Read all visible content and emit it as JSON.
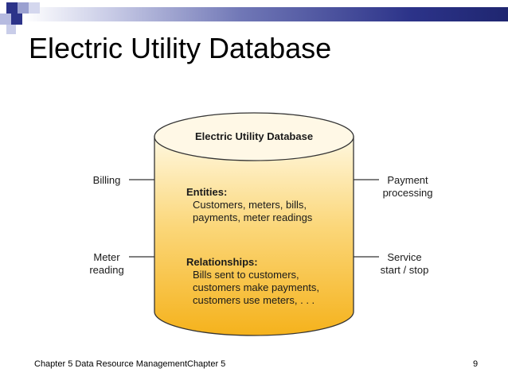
{
  "slide": {
    "title": "Electric Utility Database",
    "footer_left": "Chapter 5 Data Resource ManagementChapter 5",
    "page_number": "9"
  },
  "diagram": {
    "cylinder_caption": "Electric Utility Database",
    "entities": {
      "heading": "Entities:",
      "line1": "Customers, meters, bills,",
      "line2": "payments, meter readings"
    },
    "relationships": {
      "heading": "Relationships:",
      "line1": "Bills sent to customers,",
      "line2": "customers make payments,",
      "line3": "customers use meters, . . ."
    },
    "left_labels": {
      "billing": "Billing",
      "meter_line1": "Meter",
      "meter_line2": "reading"
    },
    "right_labels": {
      "payment_line1": "Payment",
      "payment_line2": "processing",
      "service_line1": "Service",
      "service_line2": "start / stop"
    }
  },
  "colors": {
    "cylinder_top": "#fff6dc",
    "cylinder_bottom": "#f5b21c",
    "header_band": "#2c3389"
  }
}
